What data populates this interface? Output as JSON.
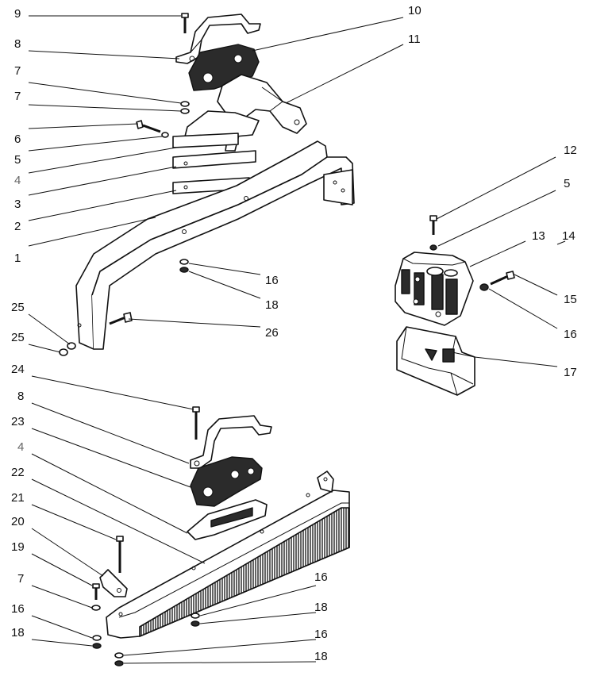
{
  "labels": [
    {
      "id": "p9",
      "text": "9"
    },
    {
      "id": "p10",
      "text": "10"
    },
    {
      "id": "p8a",
      "text": "8"
    },
    {
      "id": "p11",
      "text": "11"
    },
    {
      "id": "p7a",
      "text": "7"
    },
    {
      "id": "p7b",
      "text": "7"
    },
    {
      "id": "p6",
      "text": "6"
    },
    {
      "id": "p5a",
      "text": "5"
    },
    {
      "id": "p4a",
      "text": "4"
    },
    {
      "id": "p3",
      "text": "3"
    },
    {
      "id": "p2",
      "text": "2"
    },
    {
      "id": "p1",
      "text": "1"
    },
    {
      "id": "p16a",
      "text": "16"
    },
    {
      "id": "p18a",
      "text": "18"
    },
    {
      "id": "p25a",
      "text": "25"
    },
    {
      "id": "p25b",
      "text": "25"
    },
    {
      "id": "p26",
      "text": "26"
    },
    {
      "id": "p12",
      "text": "12"
    },
    {
      "id": "p5b",
      "text": "5"
    },
    {
      "id": "p13",
      "text": "13"
    },
    {
      "id": "p14",
      "text": "14"
    },
    {
      "id": "p15",
      "text": "15"
    },
    {
      "id": "p16b",
      "text": "16"
    },
    {
      "id": "p17",
      "text": "17"
    },
    {
      "id": "p24",
      "text": "24"
    },
    {
      "id": "p8b",
      "text": "8"
    },
    {
      "id": "p23",
      "text": "23"
    },
    {
      "id": "p4b",
      "text": "4"
    },
    {
      "id": "p22",
      "text": "22"
    },
    {
      "id": "p21",
      "text": "21"
    },
    {
      "id": "p20",
      "text": "20"
    },
    {
      "id": "p19",
      "text": "19"
    },
    {
      "id": "p7c",
      "text": "7"
    },
    {
      "id": "p16c",
      "text": "16"
    },
    {
      "id": "p18b",
      "text": "18"
    },
    {
      "id": "p16d",
      "text": "16"
    },
    {
      "id": "p18c",
      "text": "18"
    },
    {
      "id": "p16e",
      "text": "16"
    },
    {
      "id": "p18d",
      "text": "18"
    }
  ]
}
